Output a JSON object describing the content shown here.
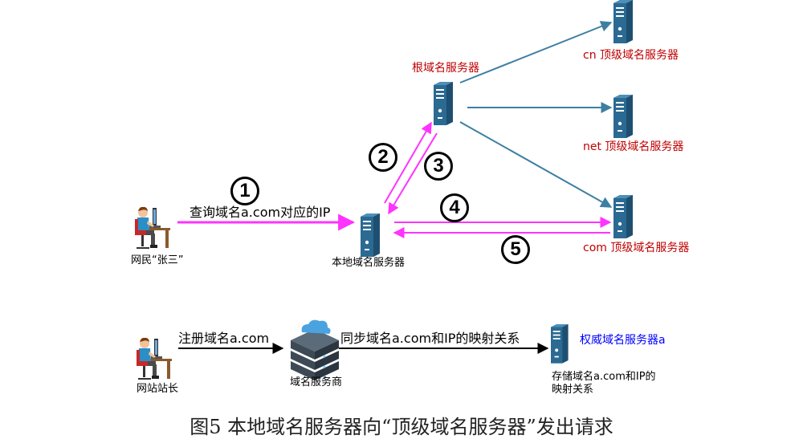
{
  "nodes": {
    "root_server": "根域名服务器",
    "cn_server": "cn 顶级域名服务器",
    "net_server": "net 顶级域名服务器",
    "com_server": "com 顶级域名服务器",
    "local_server": "本地域名服务器",
    "user": "网民“张三”",
    "webmaster": "网站站长",
    "registrar": "域名服务商",
    "auth_server": "权威域名服务器a",
    "auth_store_line1": "存储域名a.com和IP的",
    "auth_store_line2": "映射关系"
  },
  "edges": {
    "query_label": "查询域名a.com对应的IP",
    "register_label": "注册域名a.com",
    "sync_label": "同步域名a.com和IP的映射关系"
  },
  "steps": [
    "1",
    "2",
    "3",
    "4",
    "5"
  ],
  "caption": "图5 本地域名服务器向“顶级域名服务器”发出请求",
  "colors": {
    "magenta": "#ff33ff",
    "teal": "#3d7fa3",
    "server": "#2b6a92",
    "red_label": "#c00000",
    "blue_label": "#0000ff"
  }
}
